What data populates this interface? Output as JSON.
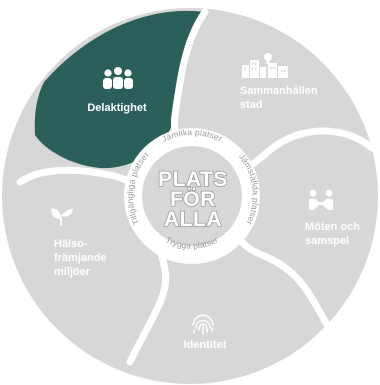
{
  "center": {
    "line1": "PLATS",
    "line2": "FÖR",
    "line3": "ALLA"
  },
  "ring": {
    "top": "Jämlika platser",
    "right": "Jämställda platser",
    "bottom": "Trygga platser",
    "left": "Tillgängliga platser"
  },
  "segments": {
    "delaktighet": {
      "label": "Delaktighet",
      "icon": "people-group-icon"
    },
    "sammanhallen": {
      "line1": "Sammanhållen",
      "line2": "stad",
      "icon": "city-buildings-icon"
    },
    "moten": {
      "line1": "Möten och",
      "line2": "samspel",
      "icon": "handshake-people-icon"
    },
    "identitet": {
      "label": "Identitet",
      "icon": "fingerprint-icon"
    },
    "halso": {
      "line1": "Hälso-",
      "line2": "främjande",
      "line3": "miljöer",
      "icon": "sprout-icon"
    }
  },
  "colors": {
    "highlight": "#2a5f5a",
    "segment": "#d7d7d7",
    "divider": "#ffffff",
    "ring_text": "#9a9a9a"
  }
}
